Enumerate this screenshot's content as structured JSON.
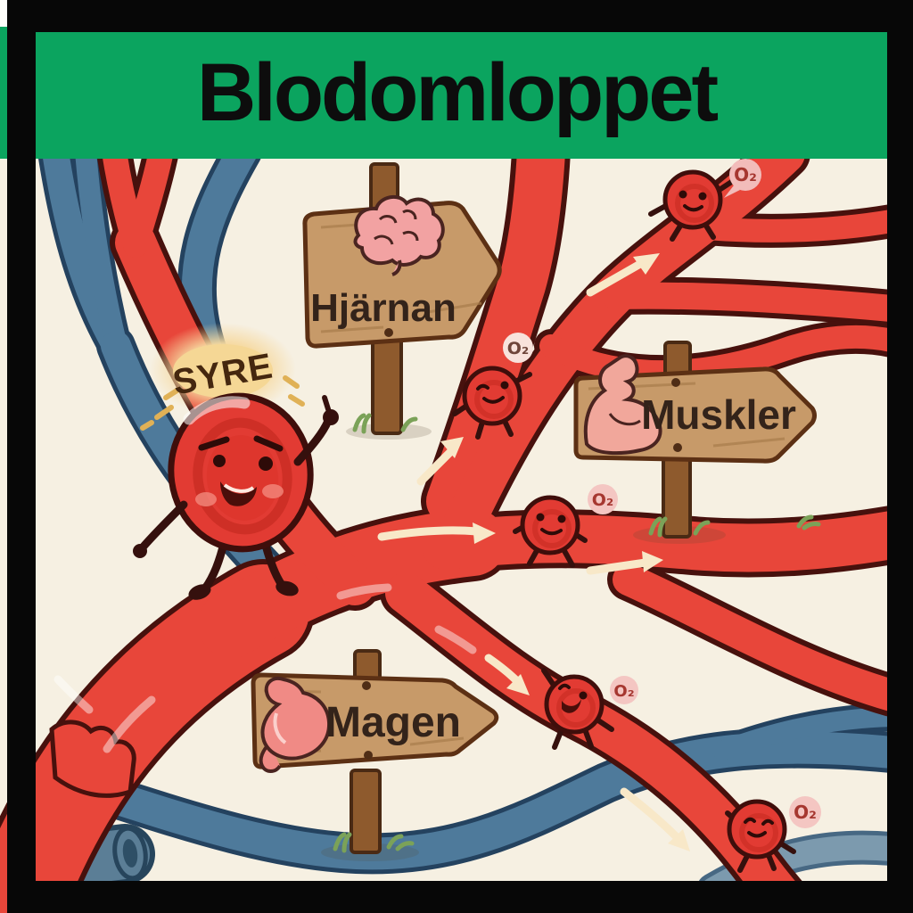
{
  "banner": {
    "title": "Blodomloppet"
  },
  "labels": {
    "oxygen_shout": "SYRE",
    "oxygen_molecule": "O₂"
  },
  "signs": [
    {
      "label": "Hjärnan",
      "icon": "brain-icon",
      "direction": "right"
    },
    {
      "label": "Muskler",
      "icon": "bicep-icon",
      "direction": "right"
    },
    {
      "label": "Magen",
      "icon": "stomach-icon",
      "direction": "right"
    }
  ],
  "characters": {
    "small_cell_count": 5,
    "oxygen_bubble_count": 5
  },
  "colors": {
    "banner_green": "#0BA45F",
    "frame_black": "#070707",
    "background_cream": "#F6F0E2",
    "artery_red": "#E8463A",
    "artery_outline": "#47110D",
    "vein_blue": "#4E7A9B",
    "vein_outline": "#24425F",
    "wood": "#C79A69",
    "wood_outline": "#5C3014",
    "oxygen_bubble_pink": "#F4C6C2",
    "glow_yellow": "#F6CF85"
  }
}
